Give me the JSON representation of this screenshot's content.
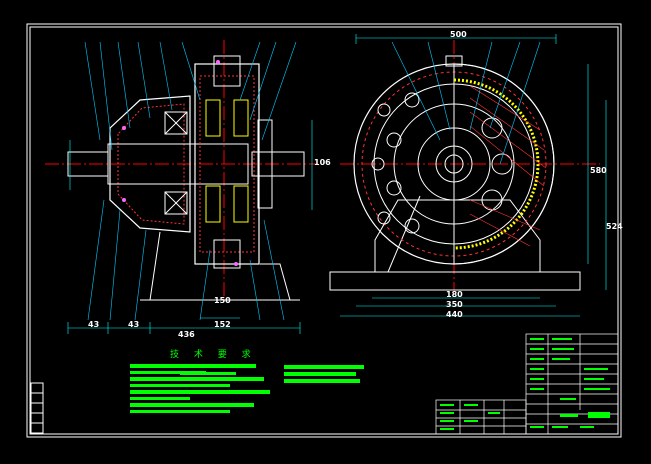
{
  "drawing": {
    "colors": {
      "background": "#000000",
      "frame": "#ffffff",
      "outline": "#ffffff",
      "hatch": "#ff3333",
      "centerline": "#ff0000",
      "dimension": "#00ffff",
      "leader": "#00ccff",
      "part": "#ffff00",
      "bolt": "#ff66ff",
      "note": "#00ff00",
      "title_block": "#00ff00"
    },
    "notes_title": "技 术 要 求",
    "left_view": {
      "dims_bottom": [
        "43",
        "43",
        "436",
        "152"
      ],
      "dims_side": [
        "106",
        "150"
      ]
    },
    "right_view": {
      "dims_top": [
        "500"
      ],
      "dims_bottom": [
        "180",
        "350",
        "440"
      ],
      "dims_side": [
        "580",
        "524"
      ]
    }
  }
}
